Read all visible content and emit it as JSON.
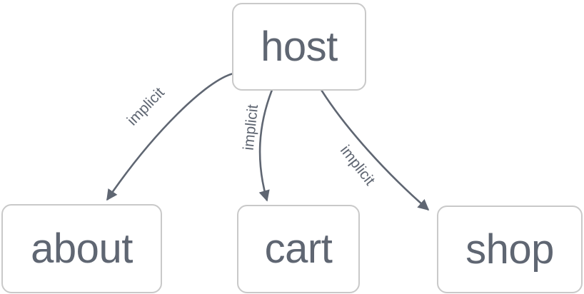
{
  "diagram": {
    "type": "directed-graph",
    "background_color": "#ffffff",
    "node_border_color": "#c9c9c9",
    "node_fill_color": "#ffffff",
    "text_color": "#5f6672",
    "edge_color": "#5f6672",
    "nodes": [
      {
        "id": "host",
        "label": "host"
      },
      {
        "id": "about",
        "label": "about"
      },
      {
        "id": "cart",
        "label": "cart"
      },
      {
        "id": "shop",
        "label": "shop"
      }
    ],
    "edges": [
      {
        "id": "host-about",
        "from": "host",
        "to": "about",
        "label": "implicit",
        "arrow": "arrowhead-icon"
      },
      {
        "id": "host-cart",
        "from": "host",
        "to": "cart",
        "label": "implicit",
        "arrow": "arrowhead-icon"
      },
      {
        "id": "host-shop",
        "from": "host",
        "to": "shop",
        "label": "implicit",
        "arrow": "arrowhead-icon"
      }
    ]
  }
}
